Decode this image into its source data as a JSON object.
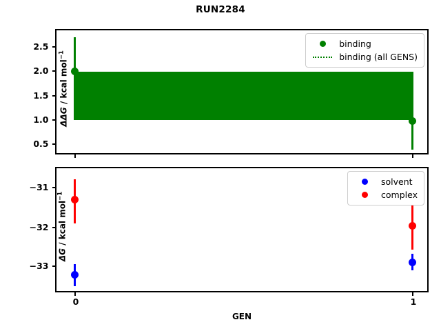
{
  "figure": {
    "title": "RUN2284",
    "xlabel": "GEN",
    "xticklabels": [
      "0",
      "1"
    ]
  },
  "colors": {
    "binding": "#008000",
    "solvent": "#0000ff",
    "complex": "#ff0000",
    "axis": "#000000",
    "background": "#ffffff"
  },
  "top_panel": {
    "ylabel_prefix": "ΔΔG",
    "ylabel_unit": " / kcal mol",
    "ylabel_exponent": "−1",
    "yticklabels": [
      "0.5",
      "1.0",
      "1.5",
      "2.0",
      "2.5"
    ],
    "legend": [
      {
        "label": "binding",
        "key": "marker-dot",
        "color": "#008000"
      },
      {
        "label": "binding (all GENS)",
        "key": "dotted-line",
        "color": "#008000"
      }
    ]
  },
  "bottom_panel": {
    "ylabel_prefix": "ΔG",
    "ylabel_unit": " / kcal mol",
    "ylabel_exponent": "−1",
    "yticklabels": [
      "−31",
      "−32",
      "−33"
    ],
    "legend": [
      {
        "label": "solvent",
        "key": "marker-dot",
        "color": "#0000ff"
      },
      {
        "label": "complex",
        "key": "marker-dot",
        "color": "#ff0000"
      }
    ]
  },
  "chart_data": [
    {
      "type": "scatter",
      "panel": "top",
      "title": "RUN2284",
      "xlabel": "GEN",
      "ylabel": "ΔΔG / kcal mol⁻¹",
      "xlim": [
        -0.06,
        1.06
      ],
      "ylim": [
        0.22,
        2.78
      ],
      "xticks": [
        0,
        1
      ],
      "yticks": [
        0.5,
        1.0,
        1.5,
        2.0,
        2.5
      ],
      "grid": false,
      "legend_position": "upper right",
      "series": [
        {
          "name": "binding",
          "color": "#008000",
          "style": "errorbar-marker",
          "x": [
            0,
            1
          ],
          "values": [
            1.99,
            0.97
          ],
          "yerr_low": [
            1.0,
            0.59
          ],
          "yerr_high": [
            0.69,
            0.98
          ]
        },
        {
          "name": "binding (all GENS)",
          "color": "#008000",
          "style": "dense-dotted-errorbars",
          "x_range": [
            0,
            1
          ],
          "n_points": 200,
          "band_low": 0.99,
          "band_high": 1.95,
          "description": "Dense overlay of per-GEN binding estimates spanning the full x-range, appearing as a solid filled band between 0.99 and 1.95 kcal/mol"
        }
      ]
    },
    {
      "type": "scatter",
      "panel": "bottom",
      "xlabel": "GEN",
      "ylabel": "ΔG / kcal mol⁻¹",
      "xlim": [
        -0.06,
        1.06
      ],
      "ylim": [
        -33.72,
        -30.55
      ],
      "xticks": [
        0,
        1
      ],
      "yticks": [
        -31,
        -32,
        -33
      ],
      "grid": false,
      "legend_position": "upper right",
      "series": [
        {
          "name": "solvent",
          "color": "#0000ff",
          "style": "errorbar-marker",
          "x": [
            0,
            1
          ],
          "values": [
            -33.29,
            -32.92
          ],
          "yerr_low": [
            0.29,
            0.21
          ],
          "yerr_high": [
            0.26,
            0.2
          ]
        },
        {
          "name": "complex",
          "color": "#ff0000",
          "style": "errorbar-marker",
          "x": [
            0,
            1
          ],
          "values": [
            -31.31,
            -31.96
          ],
          "yerr_low": [
            0.61,
            0.57
          ],
          "yerr_high": [
            0.66,
            0.62
          ]
        }
      ]
    }
  ]
}
